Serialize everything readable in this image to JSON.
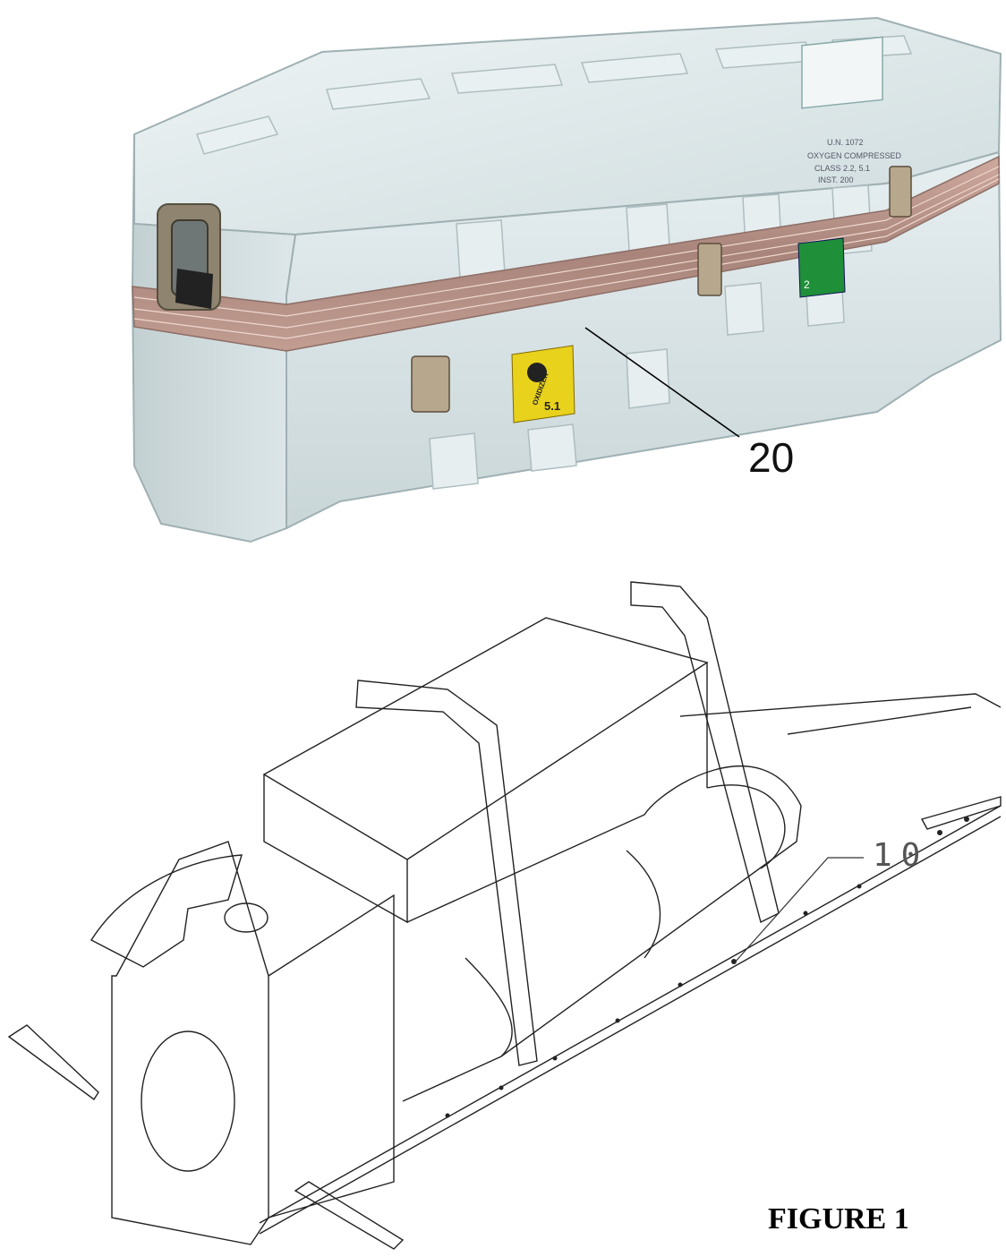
{
  "figure": {
    "caption": "FIGURE 1",
    "reference_numerals": {
      "case": "20",
      "frame": "10"
    }
  },
  "case_labels": {
    "placard_lines": [
      "U.N. 1072",
      "OXYGEN COMPRESSED",
      "CLASS 2.2, 5.1",
      "INST. 200"
    ],
    "oxidizer_label": {
      "text": "OXIDIZER",
      "number": "5.1",
      "color": "#e8d21c"
    },
    "nonflammable_gas_label": {
      "number": "2",
      "color": "#1f8f3a"
    }
  },
  "colors": {
    "case_body": "#d9e4e6",
    "band": "#b58f86",
    "hardware": "#a89a82",
    "line_art": "#222222"
  },
  "icons": [
    "handle-icon",
    "latch-icon",
    "hazard-diamond-icon"
  ]
}
